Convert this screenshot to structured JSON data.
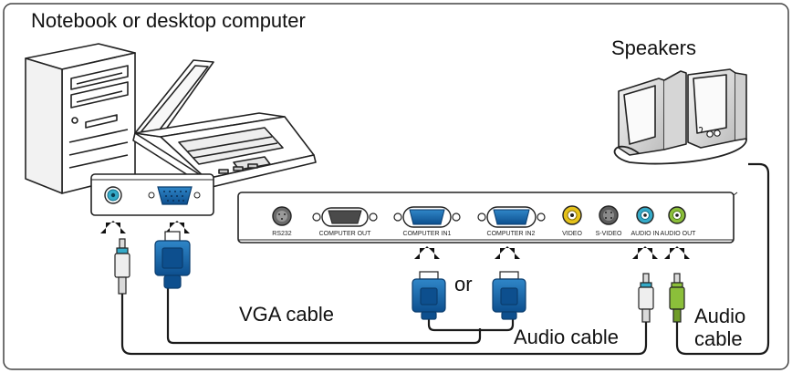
{
  "labels": {
    "computer": "Notebook or desktop computer",
    "speakers": "Speakers",
    "vga_cable": "VGA cable",
    "or": "or",
    "audio_cable_mid": "Audio cable",
    "audio_cable_right_1": "Audio",
    "audio_cable_right_2": "cable"
  },
  "ports": [
    "RS232",
    "COMPUTER OUT",
    "COMPUTER IN1",
    "COMPUTER IN2",
    "VIDEO",
    "S-VIDEO",
    "AUDIO IN",
    "AUDIO OUT"
  ],
  "colors": {
    "vga_blue": "#1e6fb0",
    "vga_blue_dark": "#0b4a85",
    "audio_in_cyan": "#35aac8",
    "audio_out_green": "#8bbf3a",
    "video_yellow": "#e5c21b"
  }
}
